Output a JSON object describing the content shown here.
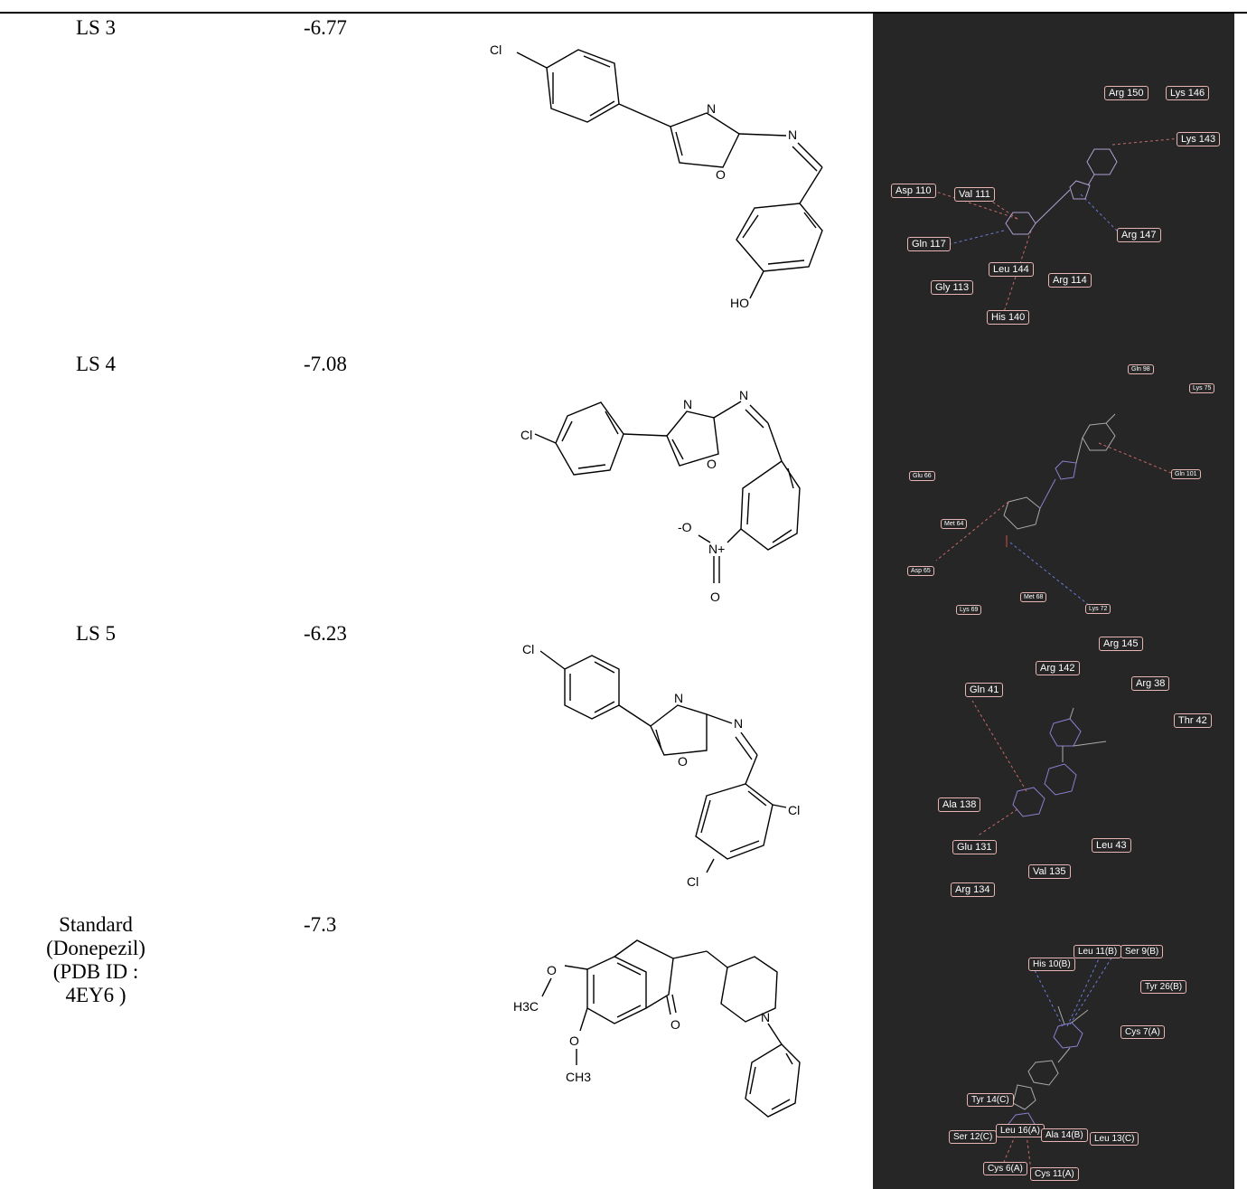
{
  "rows": [
    {
      "name": "LS 3",
      "score": "-6.77",
      "structure_atoms": [
        "Cl",
        "N",
        "N",
        "O",
        "HO"
      ],
      "residues": [
        "Arg 150",
        "Lys 146",
        "Lys 143",
        "Asp 110",
        "Val 111",
        "Arg 147",
        "Gln 117",
        "Leu 144",
        "Arg 114",
        "Gly 113",
        "His 140"
      ]
    },
    {
      "name": "LS 4",
      "score": "-7.08",
      "structure_atoms": [
        "Cl",
        "N",
        "N",
        "O",
        "-O",
        "N+",
        "O"
      ],
      "residues": [
        "Gln 98",
        "Lys 75",
        "Glu 66",
        "Gln 101",
        "Met 64",
        "Asp 65",
        "Met 68",
        "Lys 69",
        "Lys 72"
      ]
    },
    {
      "name": "LS 5",
      "score": "-6.23",
      "structure_atoms": [
        "Cl",
        "N",
        "N",
        "O",
        "Cl",
        "Cl"
      ],
      "residues": [
        "Arg 145",
        "Arg 142",
        "Arg 38",
        "Gln 41",
        "Thr 42",
        "Ala 138",
        "Glu 131",
        "Leu 43",
        "Val 135",
        "Arg 134"
      ]
    },
    {
      "name_lines": [
        "Standard",
        "(Donepezil)",
        "(PDB ID :",
        "4EY6 )"
      ],
      "score": "-7.3",
      "structure_atoms": [
        "H3C",
        "O",
        "O",
        "O",
        "CH3",
        "N"
      ],
      "residues": [
        "Leu 11(B)",
        "Ser 9(B)",
        "His 10(B)",
        "Tyr 26(B)",
        "Cys 7(A)",
        "Tyr 14(C)",
        "Ser 12(C)",
        "Leu 16(A)",
        "Ala 14(B)",
        "Leu 13(C)",
        "Cys 6(A)",
        "Cys 11(A)"
      ]
    }
  ]
}
